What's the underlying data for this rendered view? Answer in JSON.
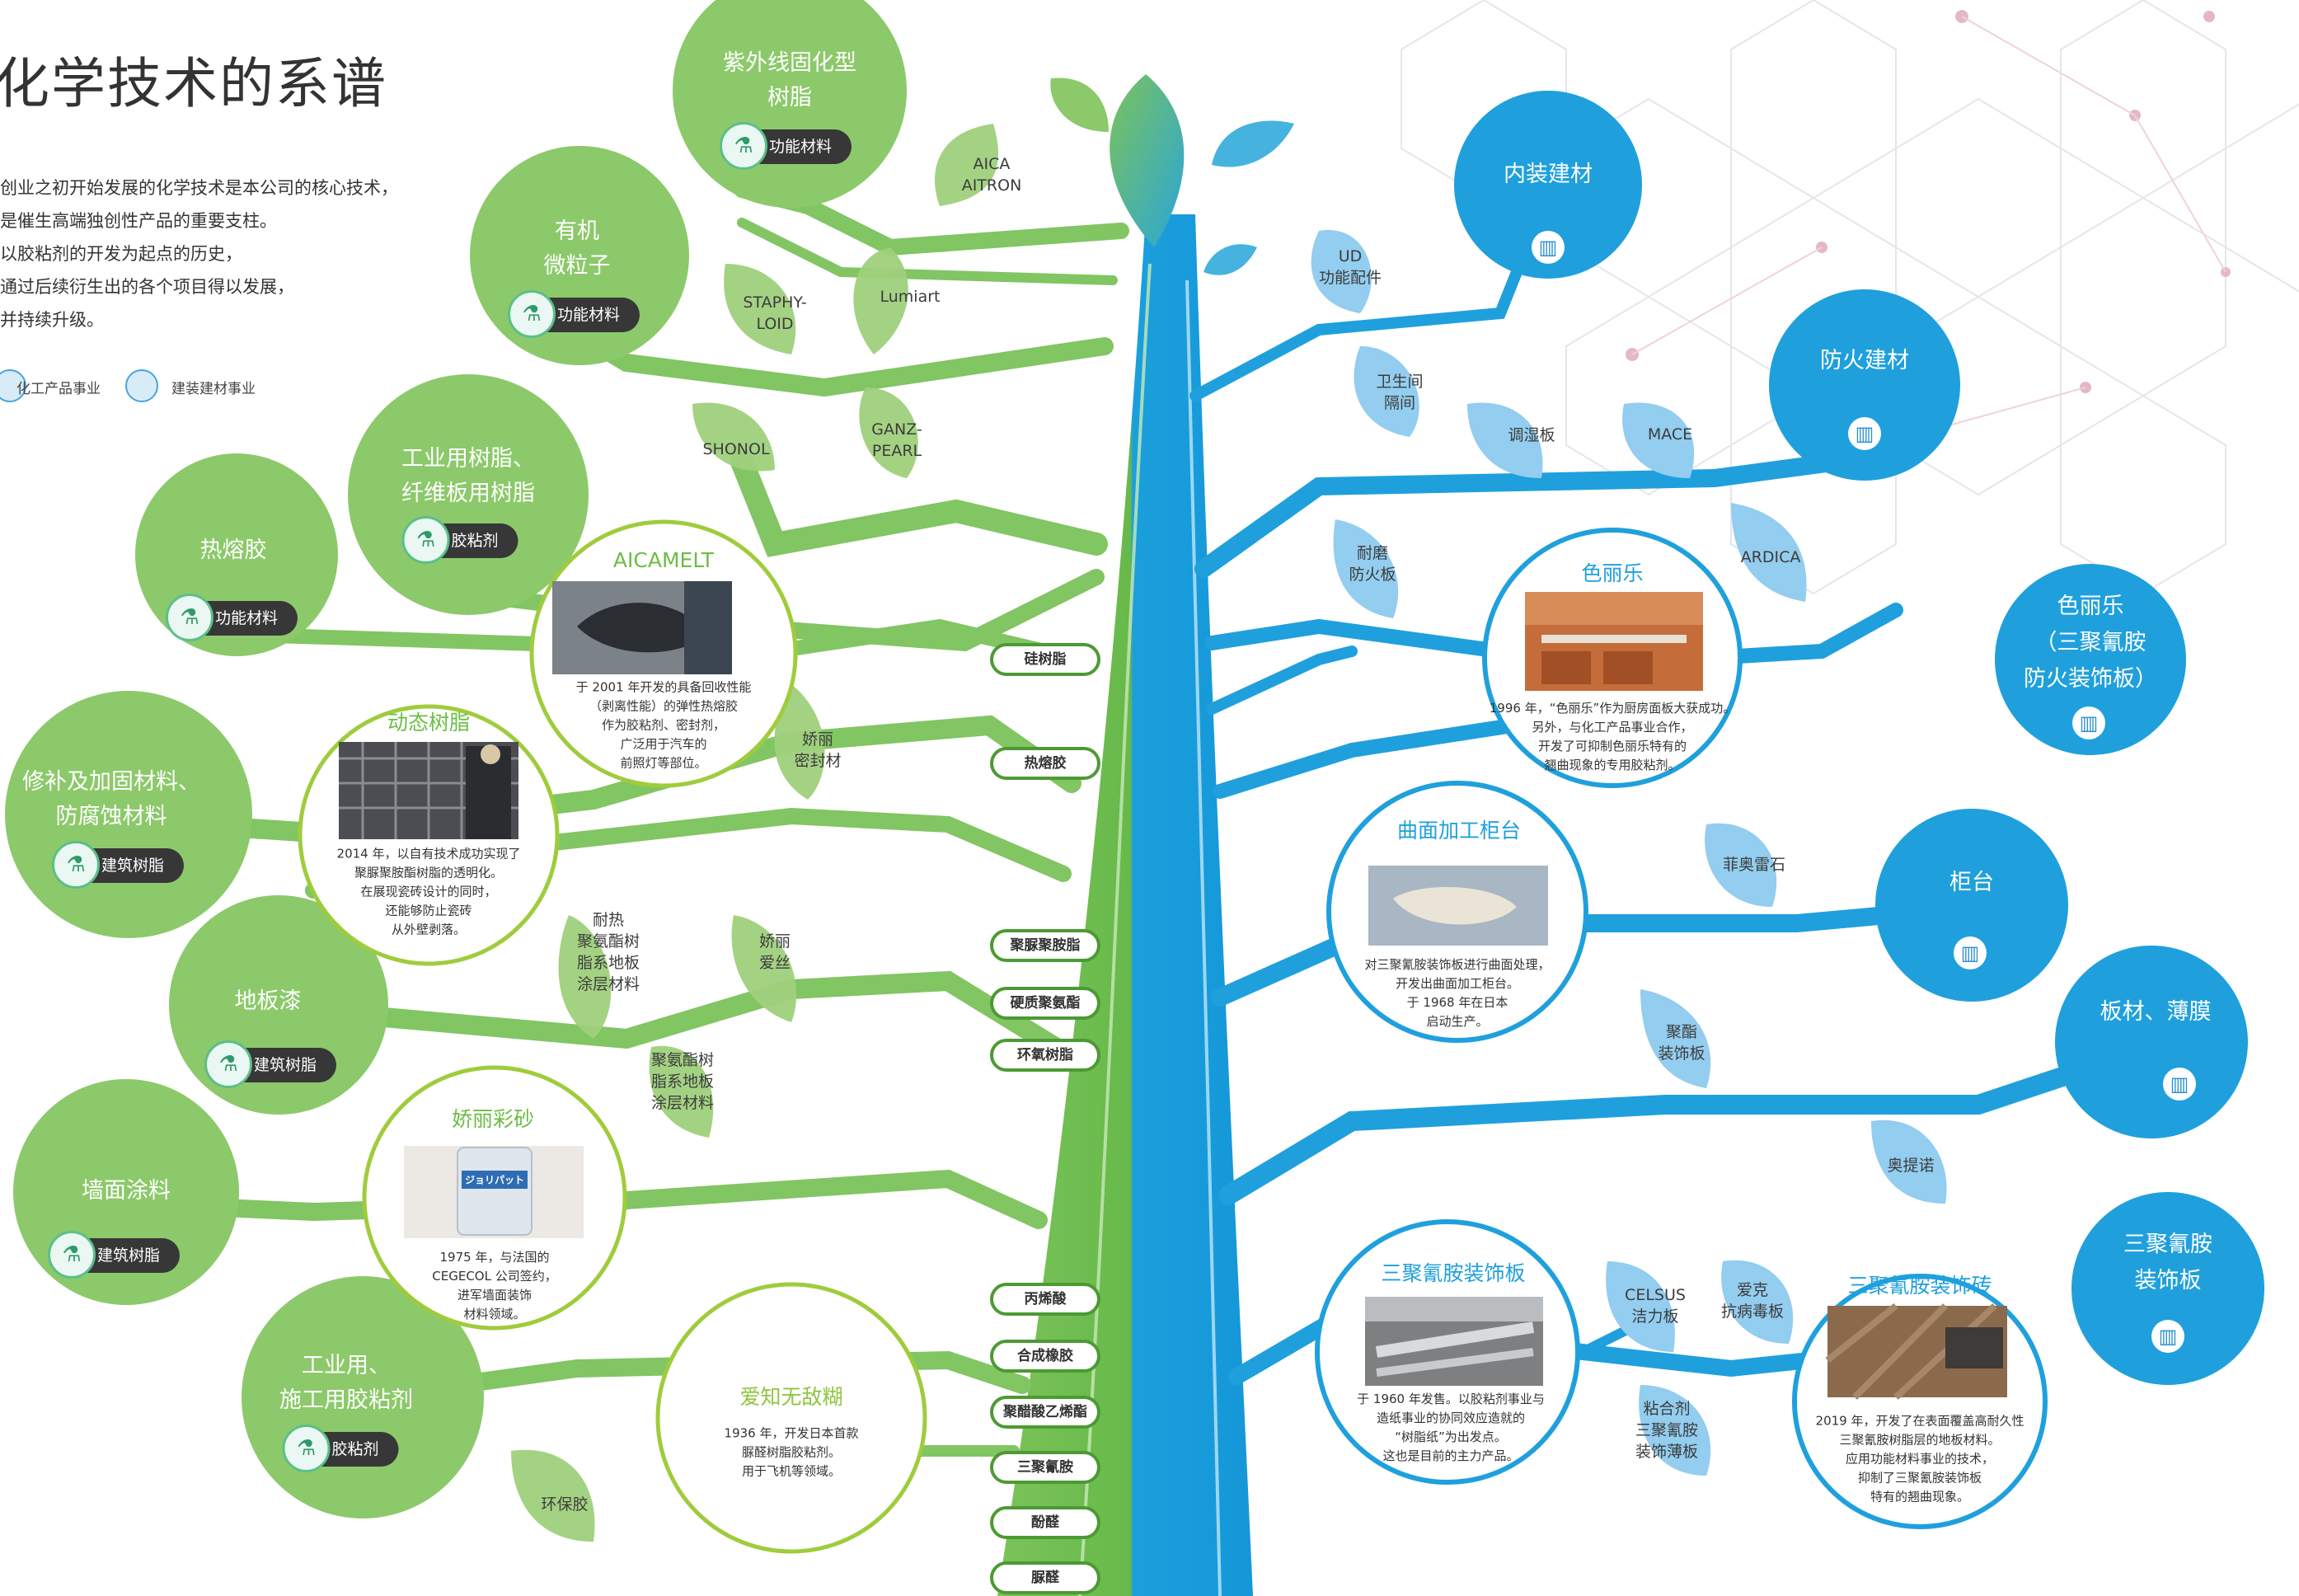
{
  "header": {
    "title": "化学技术的系谱",
    "intro": [
      "创业之初开始发展的化学技术是本公司的核心技术，",
      "是催生高端独创性产品的重要支柱。",
      "以胶粘剂的开发为起点的历史，",
      "通过后续衍生出的各个项目得以发展，",
      "并持续升级。"
    ],
    "legend": {
      "chem": "化工产品事业",
      "build": "建装建材事业"
    }
  },
  "green_branches": {
    "uv": {
      "l1": "紫外线固化型",
      "l2": "树脂",
      "tag": "功能材料"
    },
    "micro": {
      "l1": "有机",
      "l2": "微粒子",
      "tag": "功能材料"
    },
    "industrial_resin": {
      "l1": "工业用树脂、",
      "l2": "纤维板用树脂",
      "tag": "胶粘剂"
    },
    "hotmelt": {
      "l1": "热熔胶",
      "tag": "功能材料"
    },
    "repair": {
      "l1": "修补及加固材料、",
      "l2": "防腐蚀材料",
      "tag": "建筑树脂"
    },
    "floor": {
      "l1": "地板漆",
      "tag": "建筑树脂"
    },
    "wall": {
      "l1": "墙面涂料",
      "tag": "建筑树脂"
    },
    "adhesive": {
      "l1": "工业用、",
      "l2": "施工用胶粘剂",
      "tag": "胶粘剂"
    }
  },
  "green_leaves": {
    "aica_aitron": [
      "AICA",
      "AITRON"
    ],
    "lumiart": [
      "Lumiart"
    ],
    "staphyloid": [
      "STAPHY-",
      "LOID"
    ],
    "shonol": [
      "SHONOL"
    ],
    "ganzpearl": [
      "GANZ-",
      "PEARL"
    ],
    "jolly_seal": [
      "娇丽",
      "密封材"
    ],
    "pu_floor": [
      "耐热",
      "聚氨酯树",
      "脂系地板",
      "涂层材料"
    ],
    "jolly_ace": [
      "娇丽",
      "爱丝"
    ],
    "pu_floor2": [
      "聚氨酯树",
      "脂系地板",
      "涂层材料"
    ],
    "epoxy": [
      "环保胶"
    ]
  },
  "trunk_pills": [
    "硅树脂",
    "热熔胶",
    "聚脲聚胺脂",
    "硬质聚氨酯",
    "环氧树脂",
    "丙烯酸",
    "合成橡胶",
    "聚醋酸乙烯酯",
    "三聚氰胺",
    "酚醛",
    "脲醛"
  ],
  "green_circles": {
    "aicamelt": {
      "title": "AICAMELT",
      "text": [
        "于 2001 年开发的具备回收性能",
        "（剥离性能）的弹性热熔胶",
        "作为胶粘剂、密封剂，",
        "广泛用于汽车的",
        "前照灯等部位。"
      ]
    },
    "dynamic": {
      "title": "动态树脂",
      "text": [
        "2014 年，以自有技术成功实现了",
        "聚脲聚胺酯树脂的透明化。",
        "在展现瓷砖设计的同时，",
        "还能够防止瓷砖",
        "从外壁剥落。"
      ]
    },
    "jollypat": {
      "title": "娇丽彩砂",
      "text": [
        "1975 年，与法国的",
        "CEGECOL 公司签约，",
        "进军墙面装饰",
        "材料领域。"
      ],
      "can_label": "ジョリパット"
    },
    "aichi": {
      "title": "爱知无敌糊",
      "text": [
        "1936 年，开发日本首款",
        "脲醛树脂胶粘剂。",
        "用于飞机等领域。"
      ]
    }
  },
  "blue_branches": {
    "interior": {
      "l1": "内装建材"
    },
    "fireproof": {
      "l1": "防火建材"
    },
    "cerarl_fire": {
      "l1": "色丽乐",
      "l2": "（三聚氰胺",
      "l3": "防火装饰板）"
    },
    "counter": {
      "l1": "柜台"
    },
    "boards": {
      "l1": "板材、薄膜"
    },
    "melamine": {
      "l1": "三聚氰胺",
      "l2": "装饰板"
    }
  },
  "blue_leaves": {
    "ud": [
      "UD",
      "功能配件"
    ],
    "toilet": [
      "卫生间",
      "隔间"
    ],
    "humidity": [
      "调湿板"
    ],
    "mace": [
      "MACE"
    ],
    "ardica": [
      "ARDICA"
    ],
    "abrasion": [
      "耐磨",
      "防火板"
    ],
    "fiorite": [
      "菲奥雷石"
    ],
    "poly_board": [
      "聚酯",
      "装饰板"
    ],
    "otino": [
      "奥提诺"
    ],
    "celsus": [
      "CELSUS",
      "洁力板"
    ],
    "antivirus": [
      "爱克",
      "抗病毒板"
    ],
    "adhesive_thin": [
      "粘合剂",
      "三聚氰胺",
      "装饰薄板"
    ]
  },
  "blue_circles": {
    "cerarl": {
      "title": "色丽乐",
      "text": [
        "1996 年，“色丽乐”作为厨房面板大获成功。",
        "另外，与化工产品事业合作，",
        "开发了可抑制色丽乐特有的",
        "翘曲现象的专用胶粘剂。"
      ]
    },
    "curved": {
      "title": "曲面加工柜台",
      "text": [
        "对三聚氰胺装饰板进行曲面处理，",
        "开发出曲面加工柜台。",
        "于 1968 年在日本",
        "启动生产。"
      ]
    },
    "melamine_board": {
      "title": "三聚氰胺装饰板",
      "text": [
        "于 1960 年发售。以胶粘剂事业与",
        "造纸事业的协同效应造就的",
        "“树脂纸”为出发点。",
        "这也是目前的主力产品。"
      ]
    },
    "melamine_tile": {
      "title": "三聚氰胺装饰砖",
      "text": [
        "2019 年，开发了在表面覆盖高耐久性",
        "三聚氰胺树脂层的地板材料。",
        "应用功能材料事业的技术，",
        "抑制了三聚氰胺装饰板",
        "特有的翘曲现象。"
      ]
    }
  },
  "colors": {
    "green_dark": "#5aad3e",
    "green_light": "#8cc96a",
    "green_leaf": "#9fd07c",
    "blue": "#1fa0dd",
    "blue_leaf": "#93cdef",
    "pill_border": "#4c9a33",
    "tag_bg": "#373737"
  }
}
